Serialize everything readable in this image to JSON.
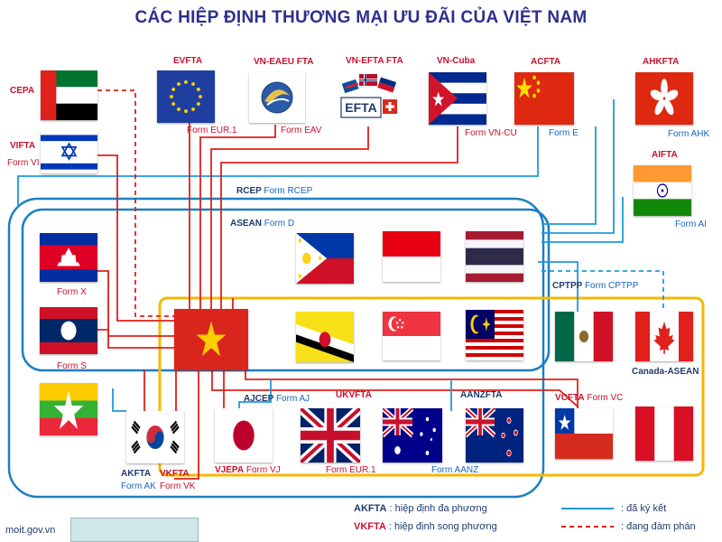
{
  "title": "CÁC HIỆP ĐỊNH THƯƠNG MẠI ƯU ĐÃI CỦA VIỆT NAM",
  "labels": {
    "cepa": "CEPA",
    "vifta": "VIFTA",
    "vifta_form": "Form VI",
    "evfta": "EVFTA",
    "evfta_form": "Form EUR.1",
    "vneaeu": "VN-EAEU FTA",
    "vneaeu_form": "Form EAV",
    "vnefta": "VN-EFTA FTA",
    "vncuba": "VN-Cuba",
    "vncuba_form": "Form VN-CU",
    "acfta": "ACFTA",
    "acfta_form": "Form E",
    "ahkfta": "AHKFTA",
    "ahkfta_form": "Form AHK",
    "aifta": "AIFTA",
    "aifta_form": "Form AI",
    "rcep": "RCEP",
    "rcep_form": "Form RCEP",
    "asean": "ASEAN",
    "asean_form": "Form D",
    "cptpp": "CPTPP",
    "cptpp_form": "Form CPTPP",
    "form_x": "Form X",
    "form_s": "Form S",
    "canada_asean": "Canada-ASEAN",
    "ajcep": "AJCEP",
    "ajcep_form": "Form AJ",
    "ukvfta": "UKVFTA",
    "ukvfta_form": "Form EUR.1",
    "aanzfta": "AANZFTA",
    "aanzfta_form": "Form AANZ",
    "vcfta": "VCFTA",
    "vcfta_form": "Form VC",
    "vjepa": "VJEPA",
    "vjepa_form": "Form VJ",
    "akfta": "AKFTA",
    "akfta_form": "Form AK",
    "vkfta": "VKFTA",
    "vkfta_form": "Form VK"
  },
  "legend": {
    "multi_code": "AKFTA",
    "multi_text": ": hiệp định đa phương",
    "bi_code": "VKFTA",
    "bi_text": ": hiệp định song phương",
    "signed": ": đã ký kết",
    "negotiating": ": đang đàm phán"
  },
  "source": "moit.gov.vn",
  "flag_text": {
    "efta": "EFTA"
  },
  "colors": {
    "signed_line": "#1e9ad6",
    "negotiating_line": "#e0201b",
    "rcep_border": "#1d7fc1",
    "asean_border": "#1d7fc1",
    "cptpp_border": "#f5b800",
    "title": "#2e2f8f"
  }
}
